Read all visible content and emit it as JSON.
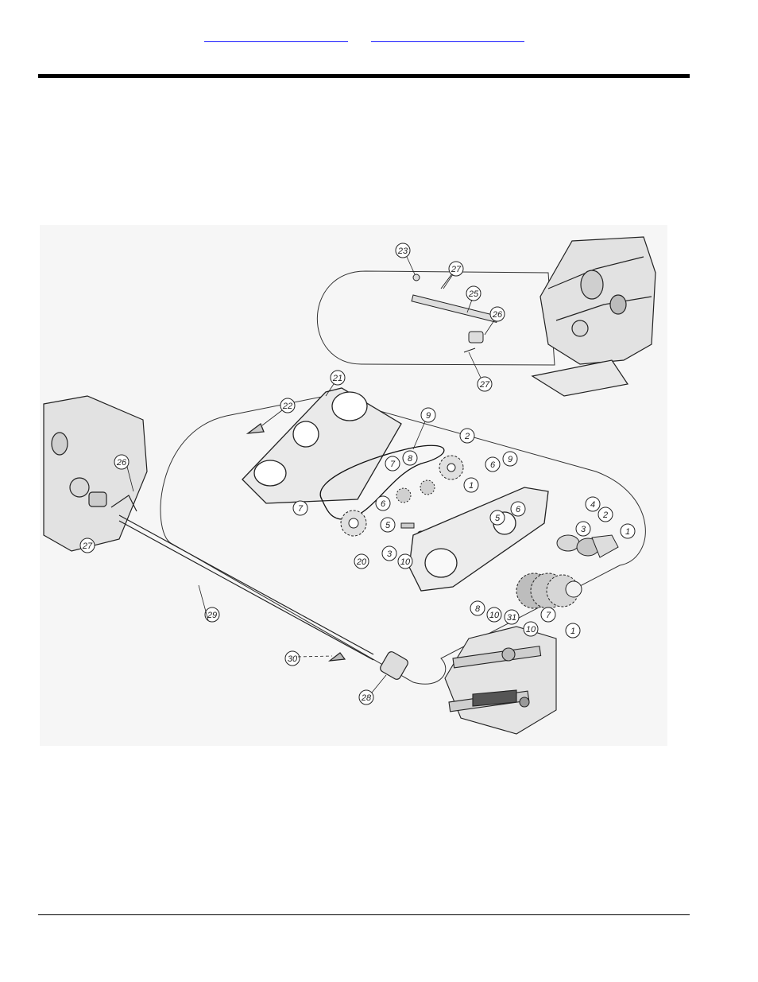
{
  "header": {
    "links": [
      {
        "text": ""
      },
      {
        "text": ""
      }
    ]
  },
  "diagram": {
    "callouts": [
      "23",
      "27",
      "25",
      "26",
      "27",
      "21",
      "22",
      "9",
      "8",
      "7",
      "6",
      "9",
      "6",
      "5",
      "2",
      "1",
      "26",
      "7",
      "6",
      "5",
      "4",
      "20",
      "3",
      "10",
      "8",
      "10",
      "31",
      "7",
      "10",
      "1",
      "29",
      "30",
      "28",
      "27",
      "2",
      "1",
      "3"
    ]
  },
  "footer": {
    "text": ""
  }
}
